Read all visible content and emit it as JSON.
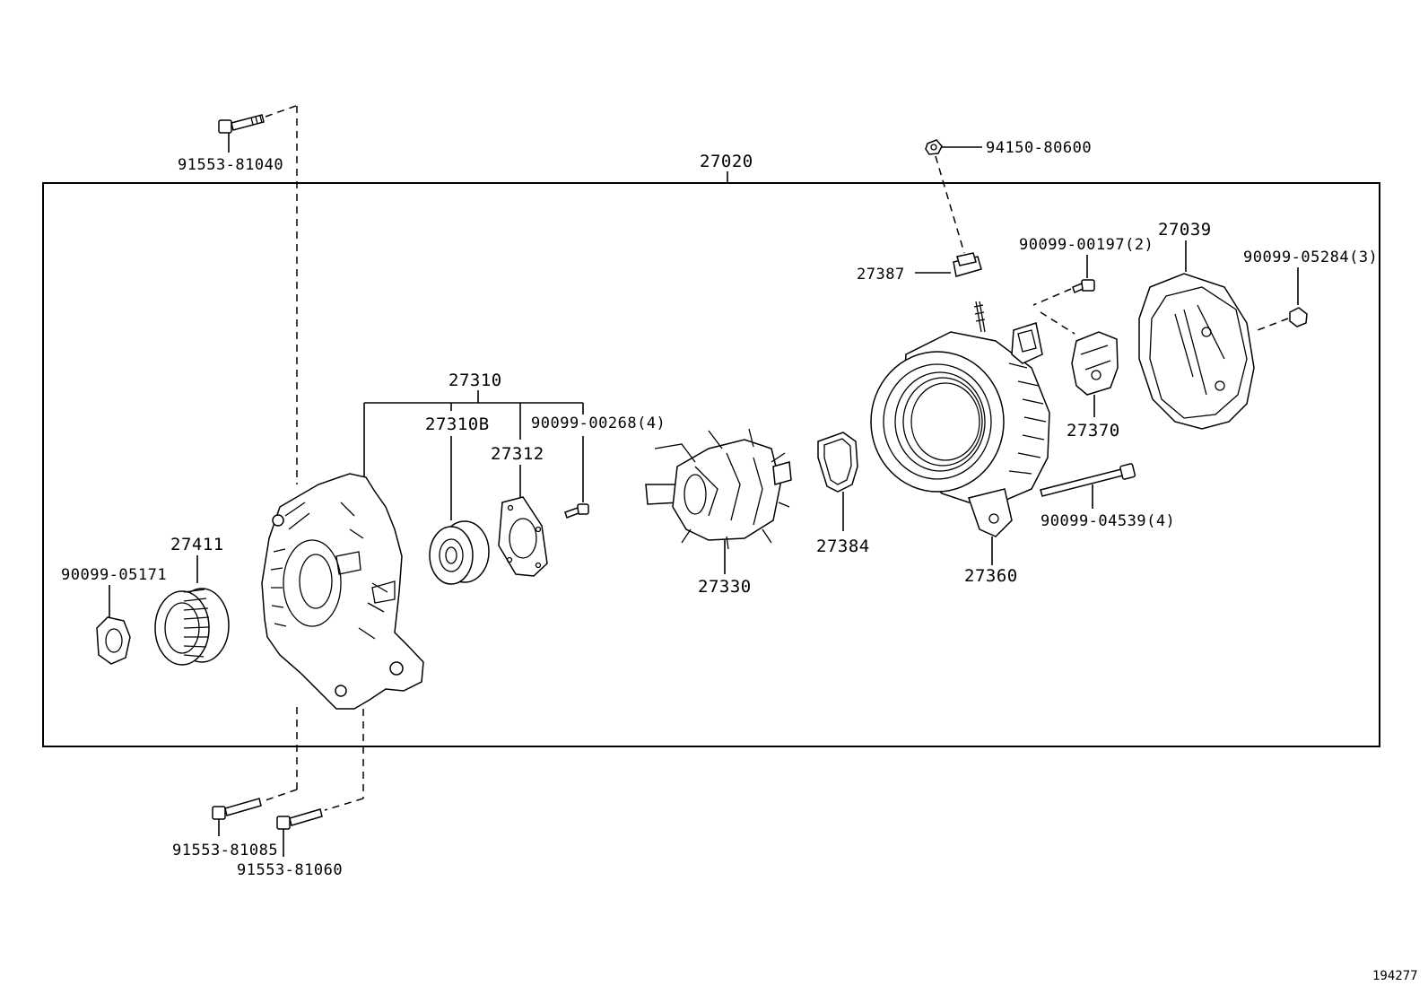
{
  "labels": {
    "assembly": "27020",
    "bolt_top": "91553-81040",
    "nut_top": "94150-80600",
    "frame_drive": "27310",
    "bearing": "27310B",
    "retainer": "27312",
    "screw_retainer": "90099-00268(4)",
    "rotor": "27330",
    "insulator": "27384",
    "stator_frame": "27360",
    "terminal_insulator": "27387",
    "screw_regulator": "90099-00197(2)",
    "end_cover": "27039",
    "nut_cover": "90099-05284(3)",
    "regulator": "27370",
    "through_bolt": "90099-04539(4)",
    "pulley": "27411",
    "pulley_nut": "90099-05171",
    "bolt_bottom_1": "91553-81085",
    "bolt_bottom_2": "91553-81060"
  },
  "figure_ref": "194277",
  "icons": [
    "bolt-icon",
    "nut-icon",
    "pulley-icon",
    "drive-end-frame-icon",
    "bearing-icon",
    "retainer-plate-icon",
    "screw-icon",
    "rotor-icon",
    "insulator-ring-icon",
    "stator-rectifier-frame-icon",
    "terminal-insulator-icon",
    "regulator-icon",
    "end-cover-icon",
    "through-bolt-icon"
  ]
}
